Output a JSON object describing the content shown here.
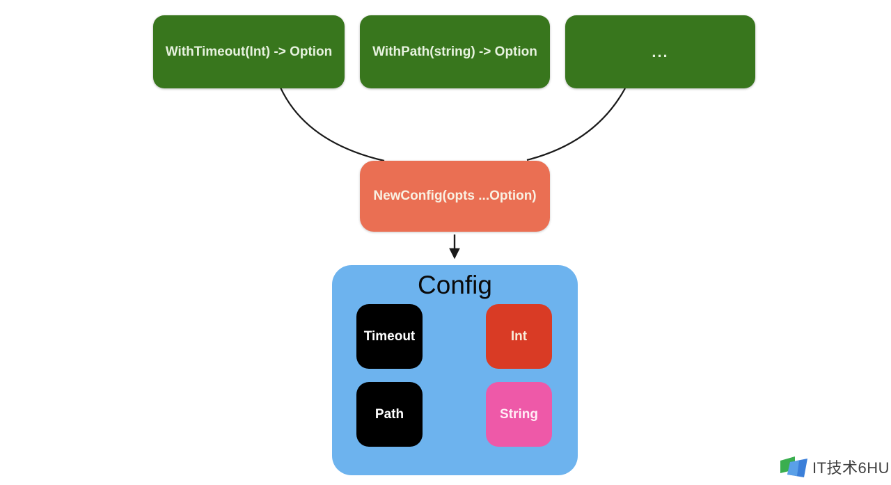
{
  "diagram": {
    "option_boxes": [
      {
        "label": "WithTimeout(Int) -> Option"
      },
      {
        "label": "WithPath(string) -> Option"
      },
      {
        "label": "..."
      }
    ],
    "constructor_box": {
      "label": "NewConfig(opts ...Option)"
    },
    "config_container": {
      "title": "Config",
      "fields": [
        {
          "name": "Timeout",
          "type": "Int"
        },
        {
          "name": "Path",
          "type": "String"
        }
      ]
    },
    "colors": {
      "option_box": "#38761d",
      "constructor_box": "#ea6f53",
      "config_container": "#6db3ee",
      "field_box": "#000000",
      "type_int": "#d93b25",
      "type_string": "#ee59a8",
      "connector": "#1a1a1a"
    }
  },
  "watermark": {
    "text": "IT技术6HU"
  }
}
